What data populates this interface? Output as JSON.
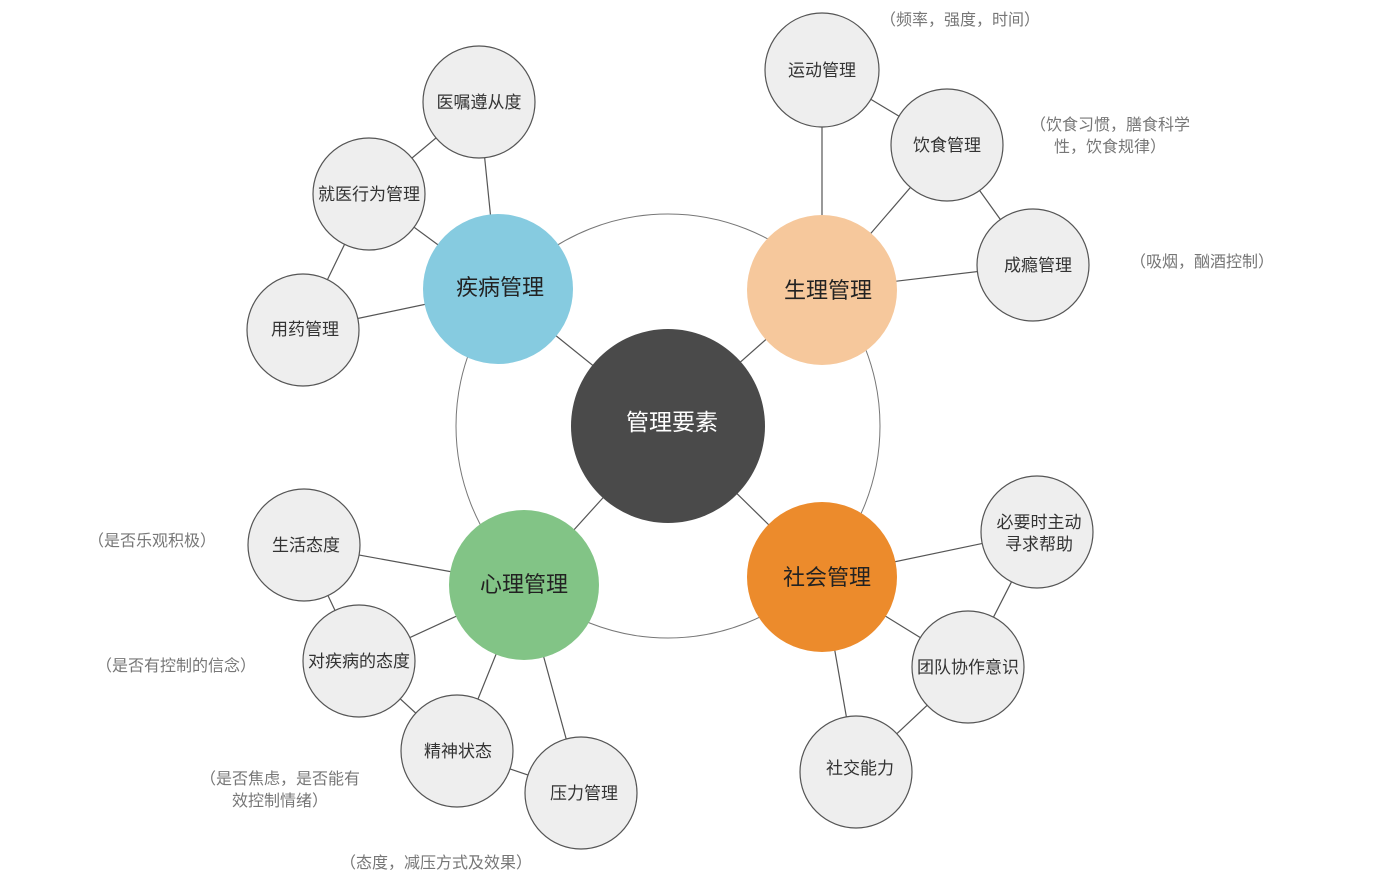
{
  "center": {
    "label": "管理要素",
    "color": "#4a4a4a"
  },
  "categories": {
    "disease": {
      "label": "疾病管理",
      "color": "#86cbe0"
    },
    "physiological": {
      "label": "生理管理",
      "color": "#f6c89c"
    },
    "psychological": {
      "label": "心理管理",
      "color": "#82c486"
    },
    "social": {
      "label": "社会管理",
      "color": "#ec8b2c"
    }
  },
  "leaves": {
    "medical_compliance": "医嘱遵从度",
    "medical_behavior": "就医行为管理",
    "medication": "用药管理",
    "exercise": "运动管理",
    "diet": "饮食管理",
    "addiction": "成瘾管理",
    "life_attitude": "生活态度",
    "disease_attitude": "对疾病的态度",
    "mental_state": "精神状态",
    "stress": "压力管理",
    "seek_help": [
      "必要时主动",
      "寻求帮助"
    ],
    "teamwork": "团队协作意识",
    "social_skill": "社交能力"
  },
  "notes": {
    "exercise": "（频率，强度，时间）",
    "diet": [
      "（饮食习惯，膳食科学",
      "性，饮食规律）"
    ],
    "addiction": "（吸烟，酗酒控制）",
    "life_attitude": "（是否乐观积极）",
    "disease_attitude": "（是否有控制的信念）",
    "mental_state": [
      "（是否焦虑，是否能有",
      "效控制情绪）"
    ],
    "stress": "（态度，减压方式及效果）"
  }
}
